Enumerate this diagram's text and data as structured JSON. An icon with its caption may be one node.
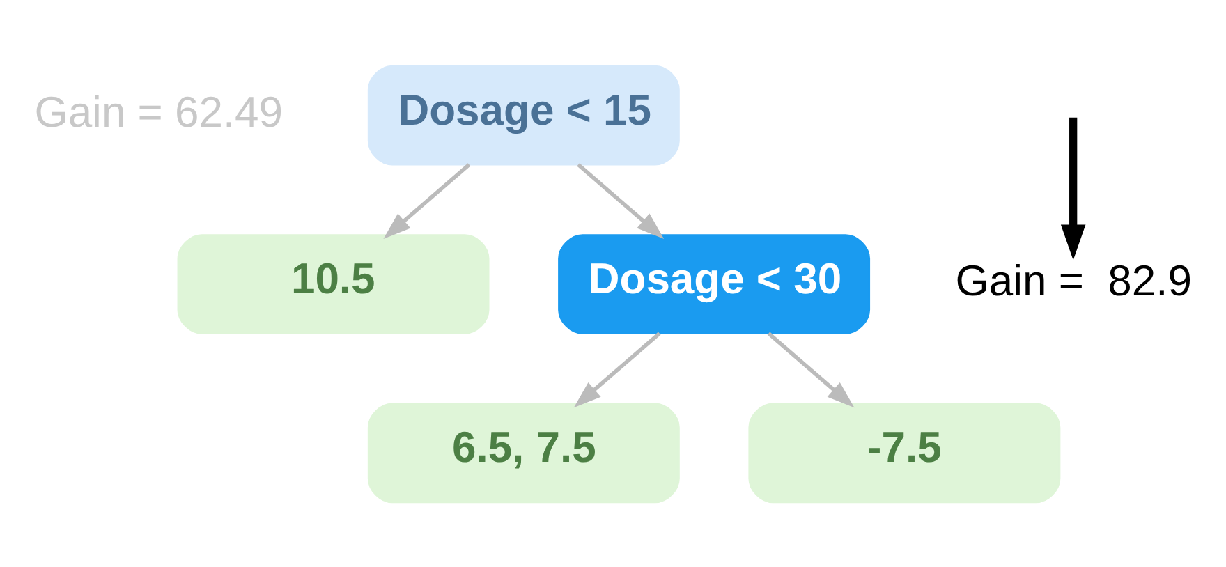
{
  "diagram": {
    "nodes": [
      {
        "text": [
          "Dosage < 15"
        ],
        "beside": [
          "Gain = 62.49"
        ]
      },
      {
        "text": [
          "10.5"
        ]
      },
      {
        "text": [
          "Dosage < 30"
        ]
      },
      {
        "text": [
          "6.5, 7.5"
        ]
      },
      {
        "text": [
          "-7.5"
        ]
      },
      {
        "text": [
          "Gain =  82.9"
        ]
      }
    ],
    "edges": [
      {
        "from": 0,
        "to": 1,
        "arrow": "to"
      },
      {
        "from": 0,
        "to": 2,
        "arrow": "to"
      },
      {
        "from": 2,
        "to": 3,
        "arrow": "to"
      },
      {
        "from": 2,
        "to": 4,
        "arrow": "to"
      },
      {
        "from": null,
        "to": 5,
        "arrow": "to",
        "style": "thick",
        "color": "#000000"
      }
    ]
  }
}
